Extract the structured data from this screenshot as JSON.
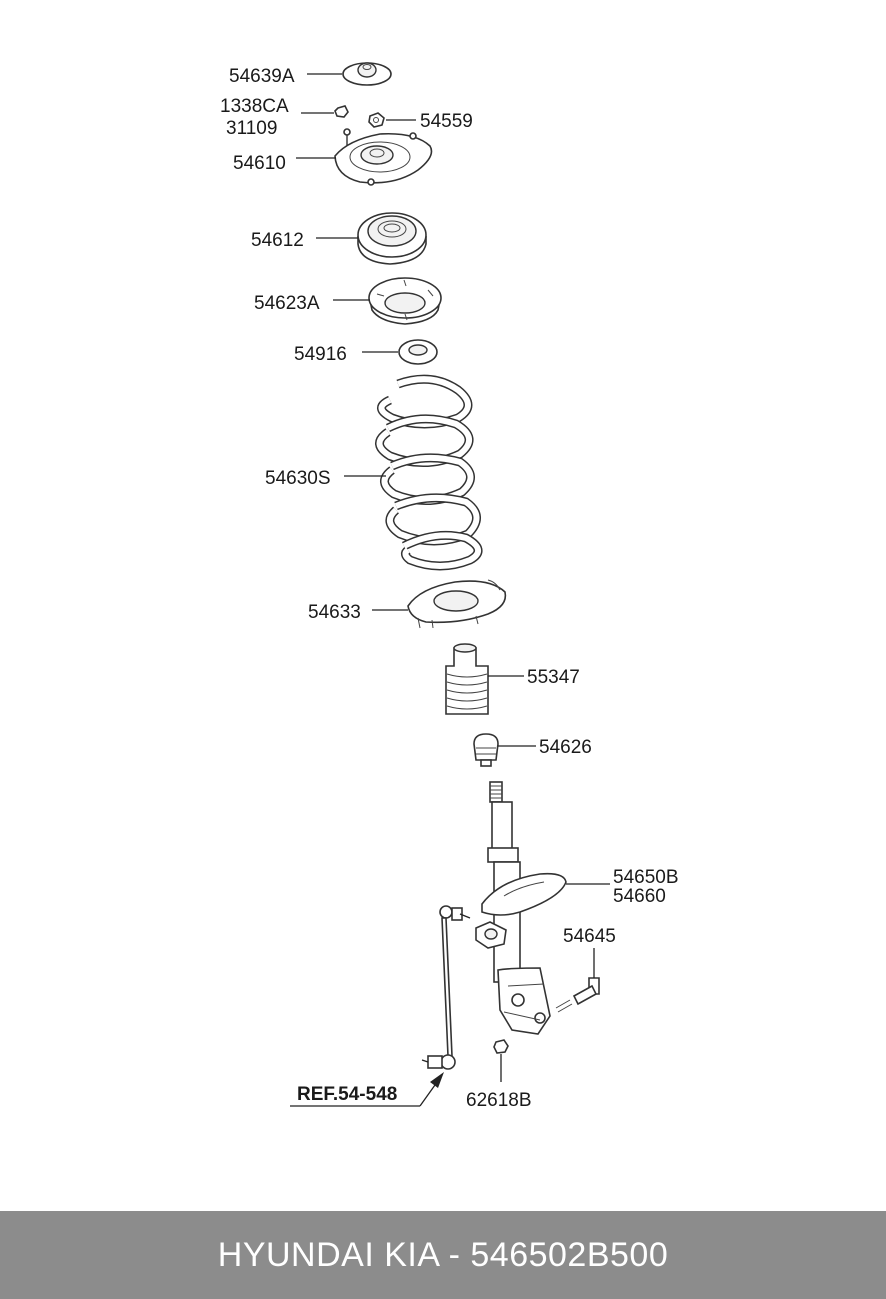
{
  "labels": {
    "p54639A": "54639A",
    "p1338CA": "1338CA",
    "p31109": "31109",
    "p54559": "54559",
    "p54610": "54610",
    "p54612": "54612",
    "p54623A": "54623A",
    "p54916": "54916",
    "p54630S": "54630S",
    "p54633": "54633",
    "p55347": "55347",
    "p54626": "54626",
    "p54650B": "54650B",
    "p54660": "54660",
    "p54645": "54645",
    "p62618B": "62618B",
    "ref": "REF.54-548"
  },
  "footer": {
    "text": "HYUNDAI KIA - 546502B500",
    "background": "#8c8c8c",
    "color": "#ffffff"
  }
}
